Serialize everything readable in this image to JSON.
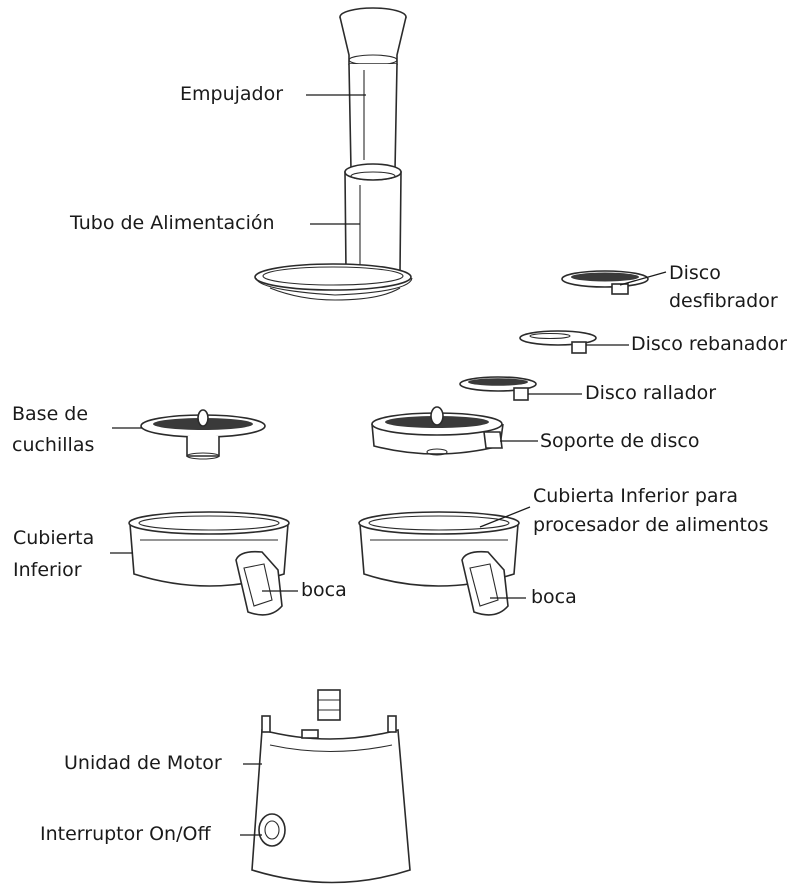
{
  "labels": {
    "empujador": "Empujador",
    "tubo": "Tubo de Alimentación",
    "disco_desfibrador_1": "Disco",
    "disco_desfibrador_2": "desfibrador",
    "disco_rebanador": "Disco rebanador",
    "disco_rallador": "Disco rallador",
    "base_cuchillas_1": "Base de",
    "base_cuchillas_2": "cuchillas",
    "soporte_disco": "Soporte de disco",
    "cubierta_proc_1": "Cubierta Inferior para",
    "cubierta_proc_2": "procesador de alimentos",
    "cubierta_inf_1": "Cubierta",
    "cubierta_inf_2": "Inferior",
    "boca_left": "boca",
    "boca_right": "boca",
    "unidad_motor": "Unidad de Motor",
    "interruptor": "Interruptor On/Off"
  }
}
